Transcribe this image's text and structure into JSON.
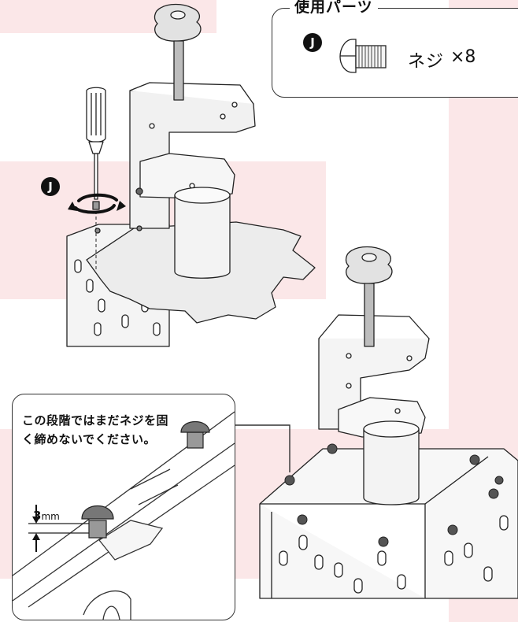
{
  "parts": {
    "title": "使用パーツ",
    "badge": "J",
    "screw_name": "ネジ",
    "screw_count": "×8"
  },
  "step_badge": "J",
  "note": {
    "text": "この段階ではまだネジを固く締めないでください。"
  },
  "dimension": {
    "value": "3",
    "unit": "mm"
  },
  "colors": {
    "background_tint": "#fbe7e8",
    "line": "#333333",
    "badge": "#111111"
  },
  "icons": [
    "screwdriver-icon",
    "rotation-arrow-icon",
    "screw-icon",
    "clamp-knob-icon"
  ]
}
